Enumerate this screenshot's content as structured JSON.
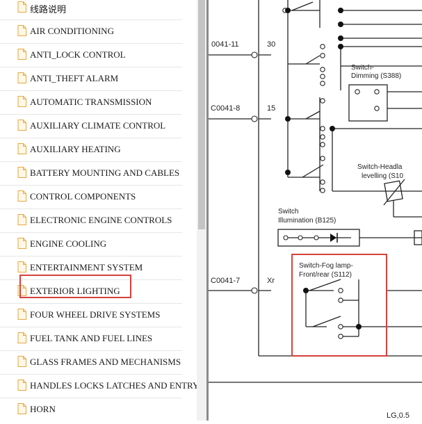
{
  "sidebar": {
    "items": [
      {
        "label": "线路说明"
      },
      {
        "label": "AIR CONDITIONING"
      },
      {
        "label": "ANTI_LOCK CONTROL"
      },
      {
        "label": "ANTI_THEFT ALARM"
      },
      {
        "label": "AUTOMATIC TRANSMISSION"
      },
      {
        "label": "AUXILIARY CLIMATE CONTROL"
      },
      {
        "label": "AUXILIARY HEATING"
      },
      {
        "label": "BATTERY MOUNTING AND CABLES"
      },
      {
        "label": "CONTROL COMPONENTS"
      },
      {
        "label": "ELECTRONIC ENGINE CONTROLS"
      },
      {
        "label": "ENGINE COOLING"
      },
      {
        "label": "ENTERTAINMENT SYSTEM"
      },
      {
        "label": "EXTERIOR LIGHTING"
      },
      {
        "label": "FOUR WHEEL DRIVE SYSTEMS"
      },
      {
        "label": "FUEL TANK AND FUEL LINES"
      },
      {
        "label": "GLASS FRAMES AND MECHANISMS"
      },
      {
        "label": "HANDLES LOCKS LATCHES AND ENTRY"
      },
      {
        "label": "HORN"
      }
    ],
    "highlighted_label": "EXTERIOR LIGHTING",
    "icon": "document-icon"
  },
  "diagram": {
    "connectors": [
      "0041-11",
      "C0041-8",
      "C0041-7"
    ],
    "terminals": [
      "30",
      "15",
      "Xr"
    ],
    "labels": {
      "dimming_1": "Switch-",
      "dimming_2": "Dimming (S388)",
      "headlamp_1": "Switch-Headla",
      "headlamp_2": "levelling (S10",
      "illumination_1": "Switch",
      "illumination_2": "Illumination (B125)",
      "foglamp_1": "Switch-Fog lamp-",
      "foglamp_2": "Front/rear (S112)",
      "footer": "LG,0.5"
    }
  },
  "colors": {
    "highlight": "#d6413b",
    "icon_stroke": "#e6a640",
    "icon_fill": "#fff8e6",
    "divider": "#8a8a8a",
    "scroll_thumb": "#c4c4c4"
  }
}
